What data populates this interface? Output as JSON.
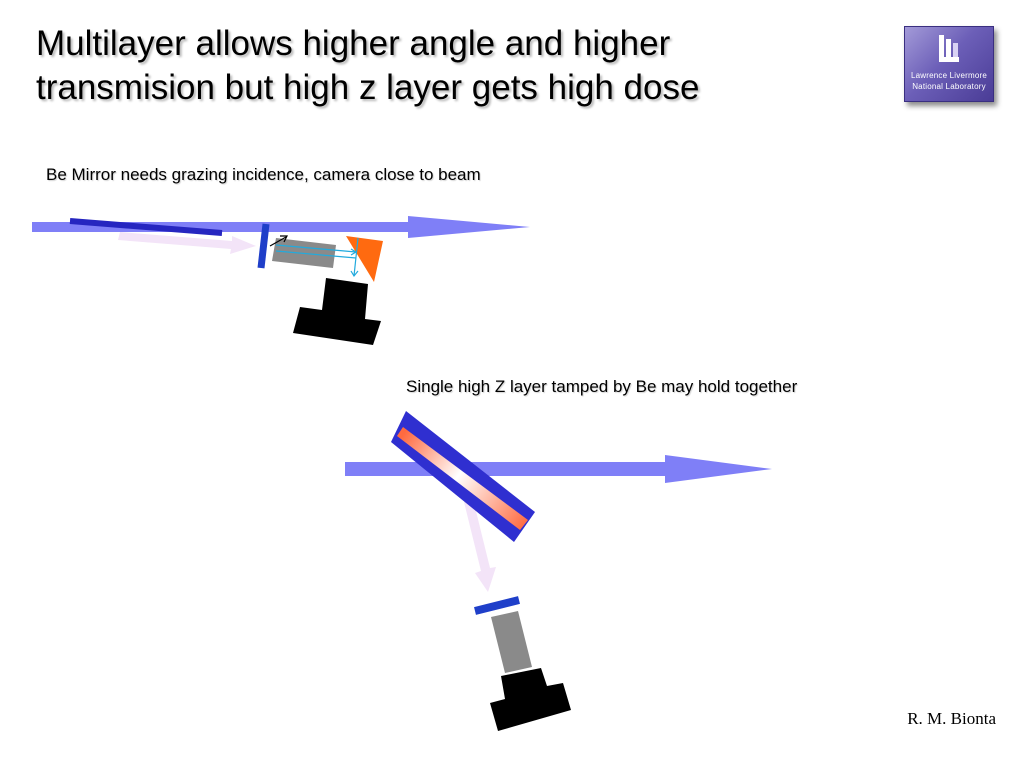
{
  "slide": {
    "title_line1": "Multilayer allows higher angle and higher",
    "title_line2": "transmision but high z layer gets high dose",
    "caption_top": "Be Mirror needs grazing incidence, camera close to beam",
    "caption_bottom": "Single high Z layer tamped by Be may hold together",
    "author": "R. M. Bionta"
  },
  "logo": {
    "line1": "Lawrence Livermore",
    "line2": "National Laboratory"
  },
  "colors": {
    "beam": "#7f7ff7",
    "mirror": "#2626c0",
    "detector": "#1f3fc9",
    "scintillator": "#8a8a8a",
    "prism": "#ff6a10",
    "camera": "#000000",
    "reflected_beam": "#f3e4f8",
    "light_ray": "#22aadd",
    "high_z_layer": "#ff7a50"
  }
}
